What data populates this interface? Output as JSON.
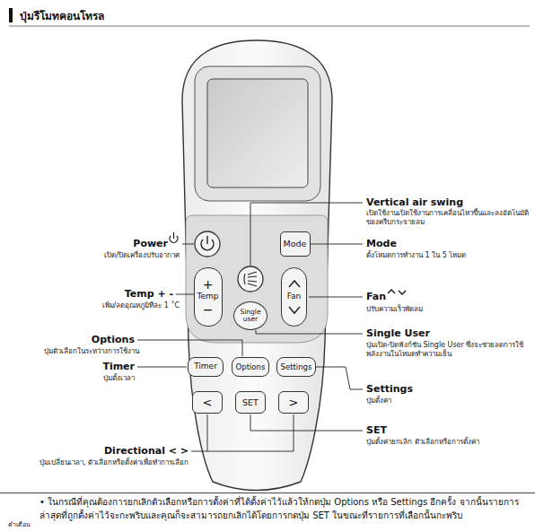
{
  "diagram": {
    "title": "ปุ่มรีโมทคอนโทรล",
    "nodes": [
      {
        "text": [
          "Mode"
        ]
      },
      {
        "text": [
          "+",
          "Temp",
          "−"
        ]
      },
      {
        "text": [
          "Fan"
        ]
      },
      {
        "text": [
          "Single user"
        ]
      },
      {
        "text": [
          "Timer"
        ]
      },
      {
        "text": [
          "Options"
        ]
      },
      {
        "text": [
          "Settings"
        ]
      },
      {
        "text": [
          "<"
        ]
      },
      {
        "text": [
          "SET"
        ]
      },
      {
        "text": [
          ">"
        ]
      },
      {
        "text": [
          "คำเตือน",
          "• ในกรณีที่คุณต้องการยกเลิกตัวเลือกหรือการตั้งค่าที่ได้ตั้งค่าไว้แล้วให้กดปุ่ม Options หรือ Settings อีกครั้ง จากนั้นรายการล่าสุดที่ถูกตั้งค่าไว้จะกะพริบและคุณก็จะสามารถยกเลิกได้โดยการกดปุ่ม SET ในขณะที่รายการที่เลือกนั้นกะพริบ"
        ]
      }
    ],
    "labels": [
      "Vertical air swing",
      "เปิดใช้งานเปิดใช้งานการเคลื่อนไหวขึ้นและลงอัตโนมัติของครีบกระจายลม",
      "Power",
      "เปิด/ปิดเครื่องปรับอากาศ",
      "Mode",
      "ตั้งโหมดการทำงาน 1 ใน 5 โหมด",
      "Temp + -",
      "เพิ่ม/ลดอุณหภูมิทีละ 1 ˚C",
      "Fan",
      "ปรับความเร็วพัดลม",
      "Options",
      "ปุ่มตัวเลือกในระหว่างการใช้งาน",
      "Single User",
      "ปุ่มเปิด-ปิดฟังก์ชัน Single User ซึ่งจะช่วยลดการใช้พลังงานในโหมดทำความเย็น",
      "Timer",
      "ปุ่มตั้งเวลา",
      "Settings",
      "ปุ่มตั้งค่า",
      "SET",
      "ปุ่มตั้งค่ายกเลิก ตัวเลือกหรือการตั้งค่า",
      "Directional < >",
      "ปุ่มเปลี่ยนเวลา, ตัวเลือกหรือตั้งค่าเพื่อทำการเลือก"
    ]
  }
}
